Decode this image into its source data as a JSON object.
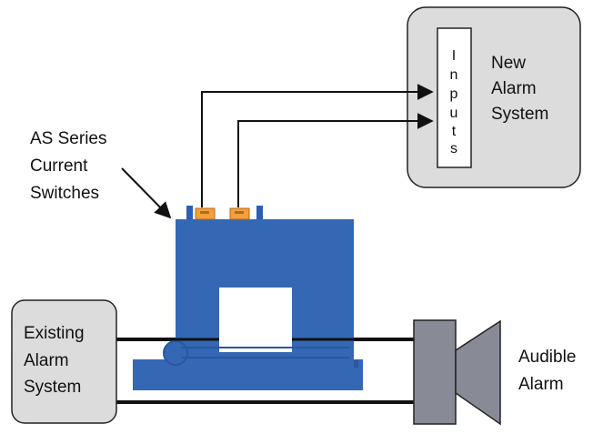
{
  "labels": {
    "current_switches": [
      "AS Series",
      "Current",
      "Switches"
    ],
    "new_alarm": [
      "New",
      "Alarm",
      "System"
    ],
    "inputs": [
      "I",
      "n",
      "p",
      "u",
      "t",
      "s"
    ],
    "existing_alarm": [
      "Existing",
      "Alarm",
      "System"
    ],
    "audible_alarm": [
      "Audible",
      "Alarm"
    ]
  },
  "colors": {
    "switch_body": "#3467b4",
    "switch_dark": "#2b579c",
    "terminal_orange": "#f0a040",
    "terminal_post": "#2a5fb5",
    "panel_fill": "#dcdcdc",
    "panel_stroke": "#222222",
    "speaker_fill": "#888b96",
    "wire": "#111111"
  },
  "icons": {
    "switch": "current-switch-icon",
    "speaker": "speaker-icon",
    "arrow": "pointer-arrow-icon"
  }
}
